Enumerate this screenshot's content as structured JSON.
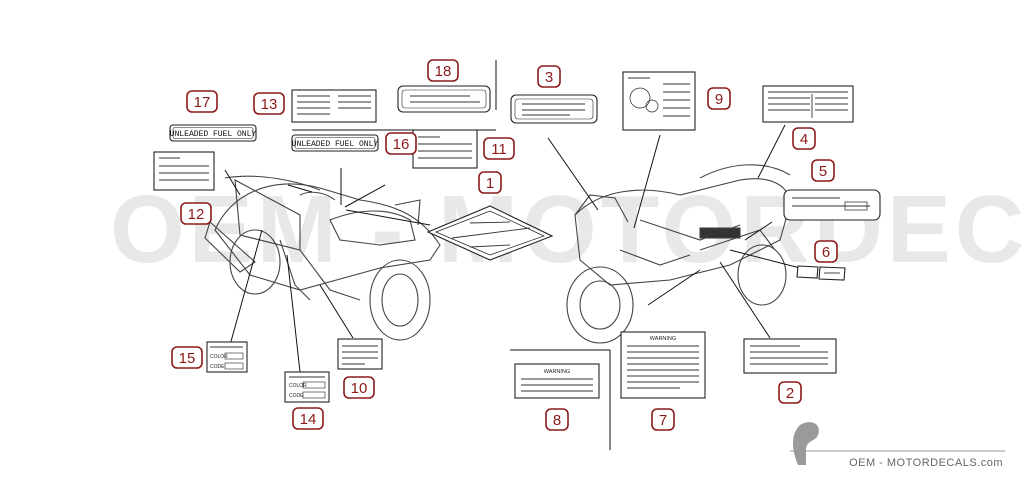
{
  "watermark": "OEM - MOTORDECALS.com",
  "callouts": [
    "1",
    "2",
    "3",
    "4",
    "5",
    "6",
    "7",
    "8",
    "9",
    "10",
    "11",
    "12",
    "13",
    "14",
    "15",
    "16",
    "17",
    "18"
  ],
  "label_text": {
    "unleaded_17": "UNLEADED FUEL ONLY",
    "unleaded_16": "UNLEADED FUEL ONLY",
    "warning_7": "WARNING",
    "warning_8": "WARNING",
    "color_14": "COLOR",
    "code_14": "CODE",
    "color_15": "COLOR",
    "code_15": "CODE"
  },
  "palette": {
    "callout": "#8b1a1a",
    "line": "#222222",
    "watermark": "#c8c8c8"
  }
}
